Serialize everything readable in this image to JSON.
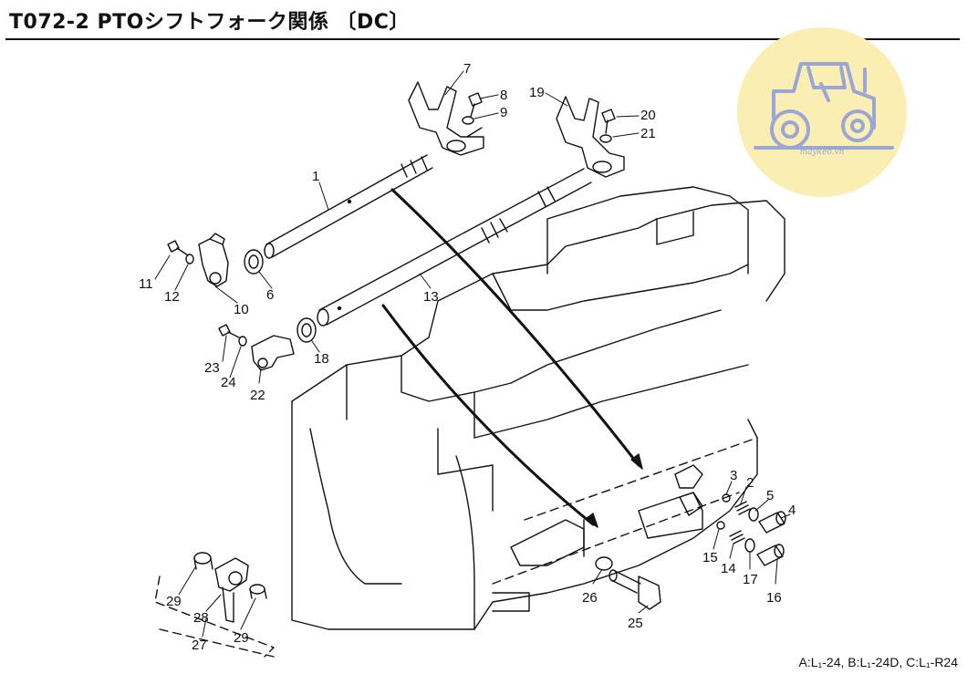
{
  "header": {
    "title": "T072-2 PTOシフトフォーク関係 〔DC〕"
  },
  "footer": {
    "variants": "A:L₁-24, B:L₁-24D, C:L₁-R24"
  },
  "logo": {
    "text": "maykeo.vn"
  },
  "part_labels": {
    "p1": "1",
    "p2": "2",
    "p3": "3",
    "p4": "4",
    "p5": "5",
    "p6": "6",
    "p7": "7",
    "p8": "8",
    "p9": "9",
    "p10": "10",
    "p11": "11",
    "p12": "12",
    "p13": "13",
    "p14": "14",
    "p15": "15",
    "p16": "16",
    "p17": "17",
    "p18": "18",
    "p19": "19",
    "p20": "20",
    "p21": "21",
    "p22": "22",
    "p23": "23",
    "p24": "24",
    "p25": "25",
    "p26": "26",
    "p27": "27",
    "p28": "28",
    "p29a": "29",
    "p29b": "29"
  }
}
